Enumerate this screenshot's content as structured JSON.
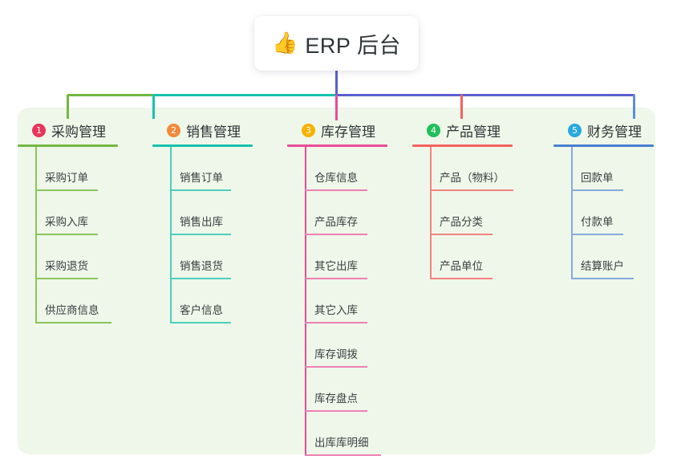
{
  "diagram": {
    "type": "mind-map",
    "root": {
      "icon": "thumbs-up-icon",
      "emoji": "👍",
      "label": "ERP 后台"
    },
    "panel_background": "#eef7e9",
    "trunk_color": "#5a5fd0",
    "branches": [
      {
        "number": "1",
        "badge_color": "#e8365a",
        "line_color": "#74b843",
        "title": "采购管理",
        "items": [
          "采购订单",
          "采购入库",
          "采购退货",
          "供应商信息"
        ]
      },
      {
        "number": "2",
        "badge_color": "#f18a3c",
        "line_color": "#17c2ad",
        "title": "销售管理",
        "items": [
          "销售订单",
          "销售出库",
          "销售退货",
          "客户信息"
        ]
      },
      {
        "number": "3",
        "badge_color": "#f5b301",
        "line_color": "#ea4c97",
        "title": "库存管理",
        "items": [
          "仓库信息",
          "产品库存",
          "其它出库",
          "其它入库",
          "库存调拨",
          "库存盘点",
          "出库库明细"
        ]
      },
      {
        "number": "4",
        "badge_color": "#21bf5b",
        "line_color": "#f4625f",
        "title": "产品管理",
        "items": [
          "产品（物料）",
          "产品分类",
          "产品单位"
        ]
      },
      {
        "number": "5",
        "badge_color": "#29a8e0",
        "line_color": "#5b8fd6",
        "title": "财务管理",
        "items": [
          "回款单",
          "付款单",
          "结算账户"
        ]
      }
    ]
  }
}
